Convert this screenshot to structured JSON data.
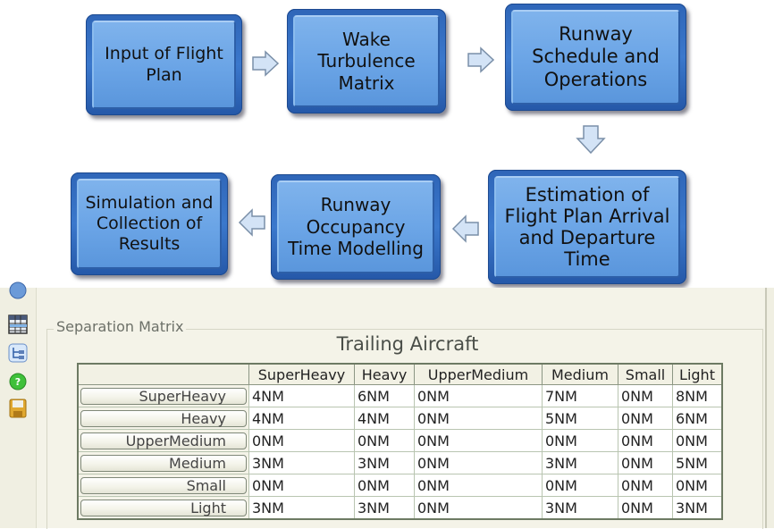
{
  "flowchart": {
    "steps": [
      {
        "id": "input",
        "label": "Input of Flight Plan"
      },
      {
        "id": "wake",
        "label": "Wake Turbulence Matrix"
      },
      {
        "id": "runway_schedule",
        "label": "Runway Schedule and Operations"
      },
      {
        "id": "estimation",
        "label": "Estimation of Flight Plan Arrival and Departure Time"
      },
      {
        "id": "occupancy",
        "label": "Runway Occupancy Time Modelling"
      },
      {
        "id": "simulation",
        "label": "Simulation and Collection of Results"
      }
    ],
    "lines": {
      "input": [
        "Input of Flight",
        "Plan"
      ],
      "wake": [
        "Wake",
        "Turbulence",
        "Matrix"
      ],
      "runway_schedule": [
        "Runway",
        "Schedule and",
        "Operations"
      ],
      "estimation": [
        "Estimation of",
        "Flight Plan Arrival",
        "and Departure",
        "Time"
      ],
      "occupancy": [
        "Runway",
        "Occupancy",
        "Time Modelling"
      ],
      "simulation": [
        "Simulation and",
        "Collection of",
        "Results"
      ]
    },
    "arrows": [
      {
        "from": "input",
        "to": "wake",
        "direction": "right"
      },
      {
        "from": "wake",
        "to": "runway_schedule",
        "direction": "right"
      },
      {
        "from": "runway_schedule",
        "to": "estimation",
        "direction": "down"
      },
      {
        "from": "estimation",
        "to": "occupancy",
        "direction": "left"
      },
      {
        "from": "occupancy",
        "to": "simulation",
        "direction": "left"
      }
    ],
    "colors": {
      "box_outer": "#2f66b8",
      "box_inner": "#6aa4e6",
      "arrow_fill": "#cfe0f4"
    }
  },
  "app": {
    "toolbar_icons": [
      "globe-icon",
      "table-icon",
      "tree-icon",
      "help-icon",
      "save-icon"
    ],
    "group_title": "Separation Matrix",
    "table_title": "Trailing Aircraft",
    "columns": [
      "SuperHeavy",
      "Heavy",
      "UpperMedium",
      "Medium",
      "Small",
      "Light"
    ],
    "rows": [
      {
        "label": "SuperHeavy",
        "values": [
          "4NM",
          "6NM",
          "0NM",
          "7NM",
          "0NM",
          "8NM"
        ]
      },
      {
        "label": "Heavy",
        "values": [
          "4NM",
          "4NM",
          "0NM",
          "5NM",
          "0NM",
          "6NM"
        ]
      },
      {
        "label": "UpperMedium",
        "values": [
          "0NM",
          "0NM",
          "0NM",
          "0NM",
          "0NM",
          "0NM"
        ]
      },
      {
        "label": "Medium",
        "values": [
          "3NM",
          "3NM",
          "0NM",
          "3NM",
          "0NM",
          "5NM"
        ]
      },
      {
        "label": "Small",
        "values": [
          "0NM",
          "0NM",
          "0NM",
          "0NM",
          "0NM",
          "0NM"
        ]
      },
      {
        "label": "Light",
        "values": [
          "3NM",
          "3NM",
          "0NM",
          "3NM",
          "0NM",
          "3NM"
        ]
      }
    ]
  }
}
